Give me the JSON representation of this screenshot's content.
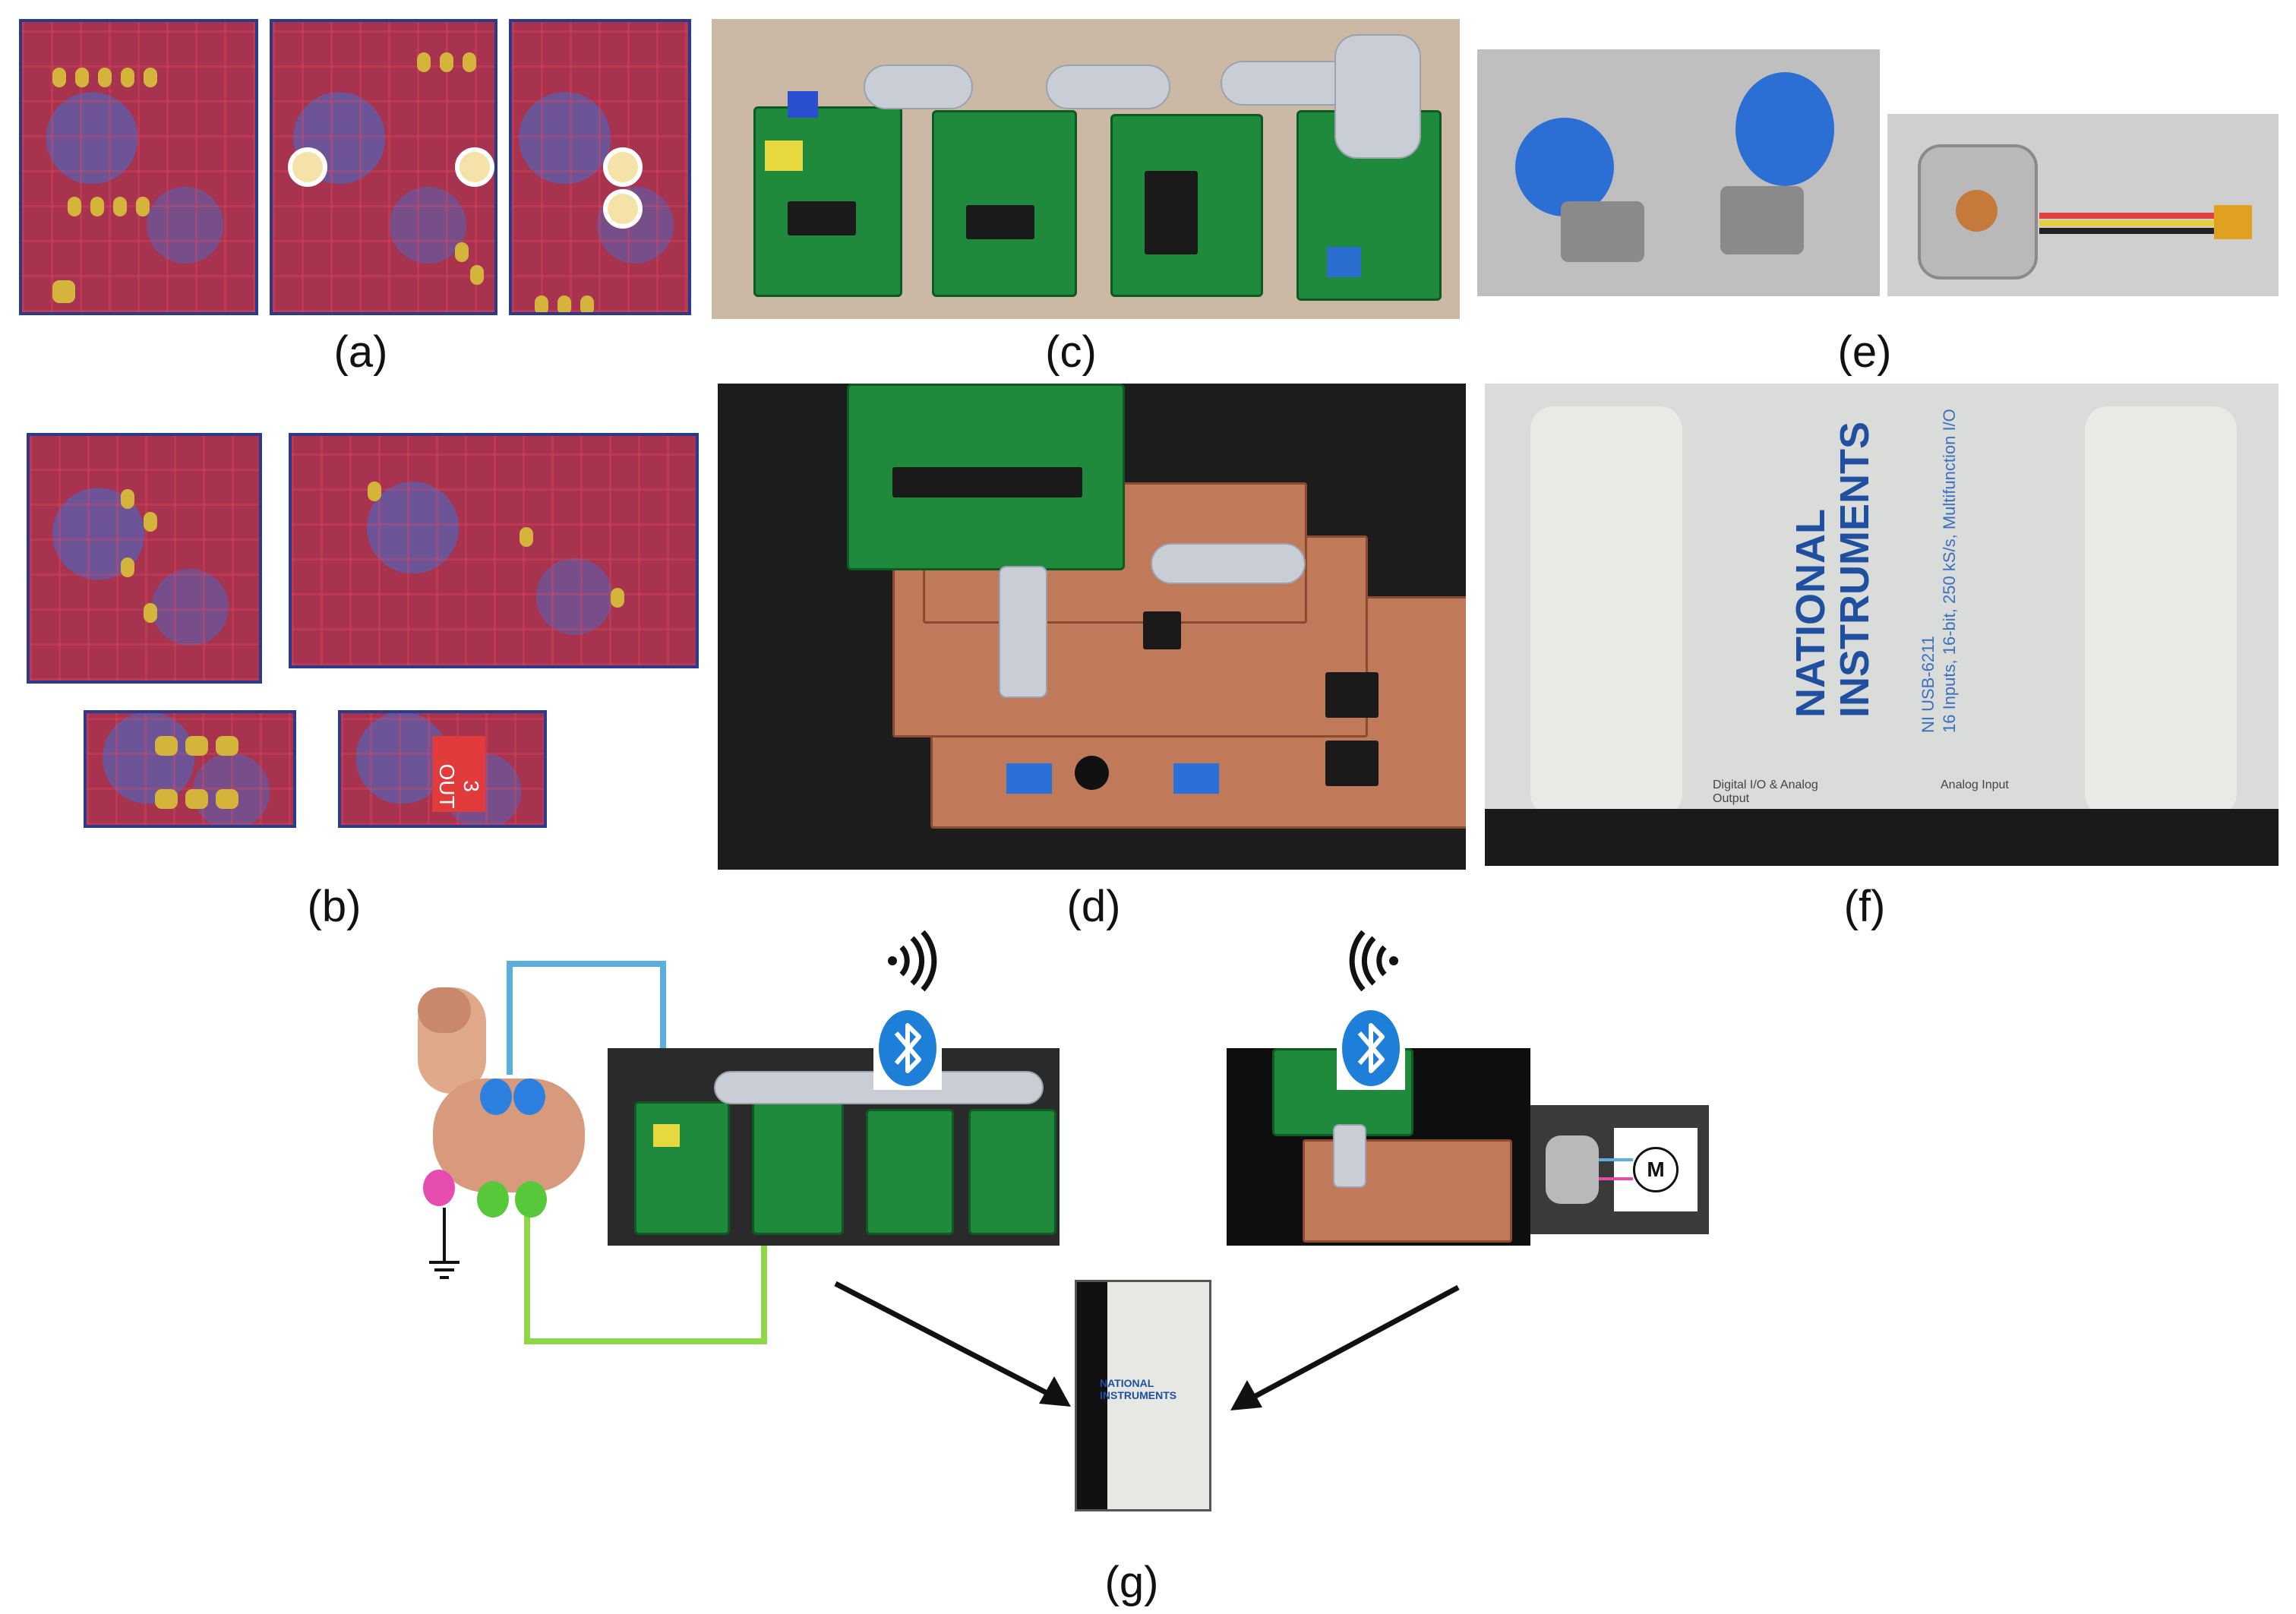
{
  "figure": {
    "panel_labels": {
      "a": "(a)",
      "b": "(b)",
      "c": "(c)",
      "d": "(d)",
      "e": "(e)",
      "f": "(f)",
      "g": "(g)"
    },
    "pcb_silkscreen": "3 OUT",
    "ni_device": {
      "brand_line1": "NATIONAL",
      "brand_line2": "INSTRUMENTS",
      "model": "NI USB-6211",
      "spec": "16 Inputs, 16-bit, 250 kS/s, Multifunction I/O",
      "port_left": "Digital I/O & Analog Output",
      "port_right": "Analog Input"
    },
    "motor_symbol": "M",
    "colors": {
      "pcb_red": "#a8334f",
      "pcb_border": "#2c3a8c",
      "wire_blue": "#5aaee0",
      "wire_green": "#8fd64a",
      "bluetooth": "#1e7fd8"
    },
    "icons": [
      "bluetooth-icon",
      "wifi-signal-icon",
      "ground-symbol-icon",
      "motor-icon"
    ]
  }
}
